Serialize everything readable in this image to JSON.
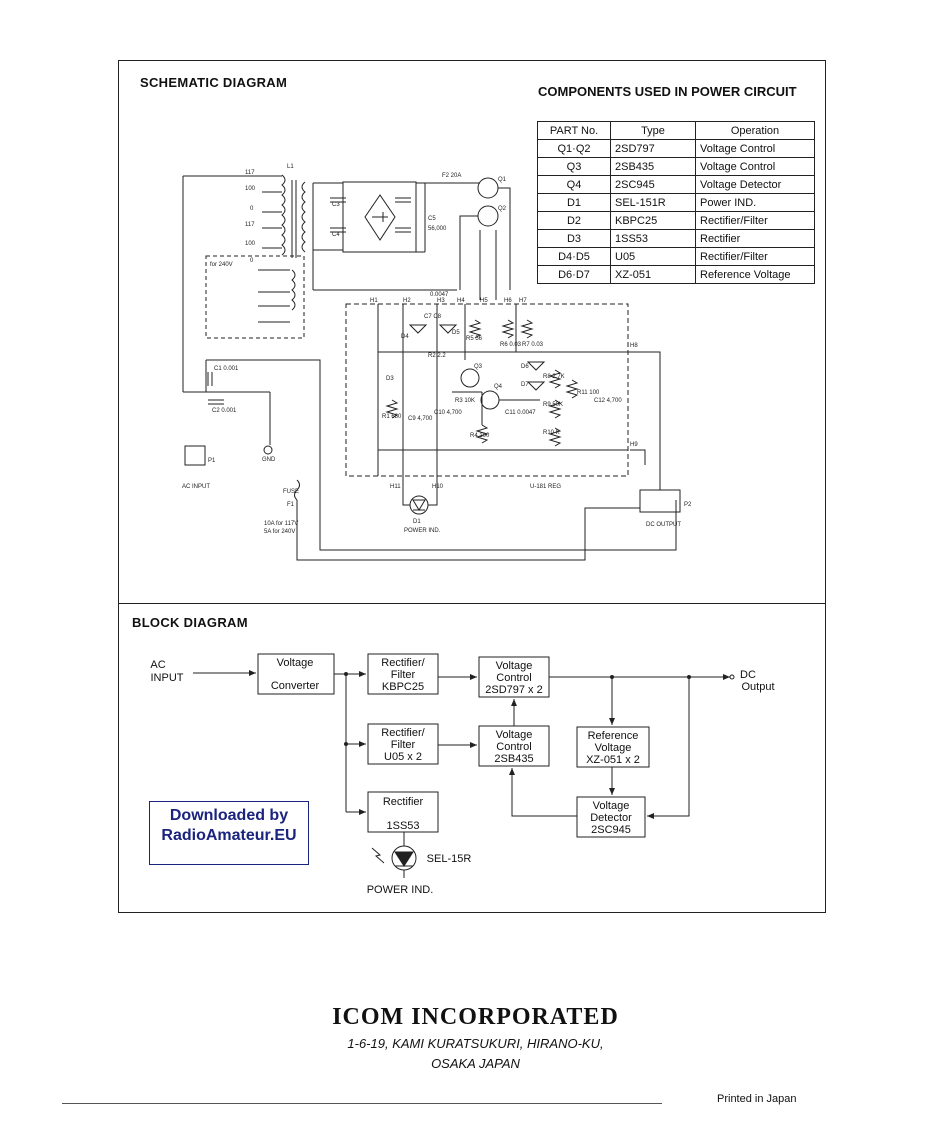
{
  "sections": {
    "schematic_title": "SCHEMATIC DIAGRAM",
    "components_title": "COMPONENTS USED IN POWER CIRCUIT",
    "block_title": "BLOCK DIAGRAM"
  },
  "components_table": {
    "headers": [
      "PART No.",
      "Type",
      "Operation"
    ],
    "rows": [
      [
        "Q1·Q2",
        "2SD797",
        "Voltage Control"
      ],
      [
        "Q3",
        "2SB435",
        "Voltage Control"
      ],
      [
        "Q4",
        "2SC945",
        "Voltage Detector"
      ],
      [
        "D1",
        "SEL-151R",
        "Power IND."
      ],
      [
        "D2",
        "KBPC25",
        "Rectifier/Filter"
      ],
      [
        "D3",
        "1SS53",
        "Rectifier"
      ],
      [
        "D4·D5",
        "U05",
        "Rectifier/Filter"
      ],
      [
        "D6·D7",
        "XZ-051",
        "Reference Voltage"
      ]
    ]
  },
  "schematic": {
    "labels": {
      "l1": "L1",
      "t117a": "117",
      "t100a": "100",
      "t0a": "0",
      "t117b": "117",
      "t100b": "100",
      "t0b": "0",
      "for240": "for 240V",
      "fuse2": "F2 20A",
      "q1": "Q1",
      "q2": "Q2",
      "c3": "C3",
      "c4": "C4",
      "c5": "C5",
      "c5v": "56,000",
      "c6": "0.0047",
      "h1": "H1",
      "h2": "H2",
      "h3": "H3",
      "h4": "H4",
      "h5": "H5",
      "h6": "H6",
      "h7": "H7",
      "h8": "H8",
      "h9": "H9",
      "h10": "H10",
      "h11": "H11",
      "c1": "C1 0.001",
      "c2": "C2 0.001",
      "p1": "P1",
      "acinput": "AC INPUT",
      "gnd": "GND",
      "fuse": "FUSE",
      "f1": "F1",
      "fuse_rating1": "10A for 117V",
      "fuse_rating2": "5A for 240V",
      "d1": "D1",
      "powerind": "POWER IND.",
      "board": "U-181 REG",
      "p2": "P2",
      "dcout": "DC OUTPUT",
      "r2": "R2 2.2",
      "r3": "R3 10K",
      "r4": "R4 100",
      "r5": "R5 56",
      "r6": "R6 0.03",
      "r7": "R7 0.03",
      "r8": "R8 2.7K",
      "r9": "R9 50K",
      "r10": "R10 K",
      "r11": "R11 100",
      "r1": "R1 680",
      "q3": "Q3",
      "q4": "Q4",
      "d3": "D3",
      "d4": "D4",
      "d5": "D5",
      "d6": "D6",
      "d7": "D7",
      "c9": "C9 4,700",
      "c10": "C10 4,700",
      "c11": "C11 0.0047",
      "c12": "C12 4,700",
      "c7c8": "C7 C8"
    }
  },
  "block_diagram": {
    "ac_input_1": "AC",
    "ac_input_2": "INPUT",
    "voltage_converter_1": "Voltage",
    "voltage_converter_2": "Converter",
    "rect_filter_a_1": "Rectifier/",
    "rect_filter_a_2": "Filter",
    "rect_filter_a_3": "KBPC25",
    "vc_a_1": "Voltage",
    "vc_a_2": "Control",
    "vc_a_3": "2SD797 x 2",
    "dc_output_1": "DC",
    "dc_output_2": "Output",
    "rect_filter_b_1": "Rectifier/",
    "rect_filter_b_2": "Filter",
    "rect_filter_b_3": "U05 x 2",
    "vc_b_1": "Voltage",
    "vc_b_2": "Control",
    "vc_b_3": "2SB435",
    "ref_1": "Reference",
    "ref_2": "Voltage",
    "ref_3": "XZ-051 x 2",
    "rectifier_1": "Rectifier",
    "rectifier_2": "1SS53",
    "detector_1": "Voltage",
    "detector_2": "Detector",
    "detector_3": "2SC945",
    "led_label": "SEL-15R",
    "power_ind": "POWER IND."
  },
  "watermark": {
    "line1": "Downloaded by",
    "line2": "RadioAmateur.EU"
  },
  "footer": {
    "company": "ICOM  INCORPORATED",
    "address1": "1-6-19, KAMI KURATSUKURI, HIRANO-KU,",
    "address2": "OSAKA JAPAN",
    "printed": "Printed  in  Japan"
  }
}
